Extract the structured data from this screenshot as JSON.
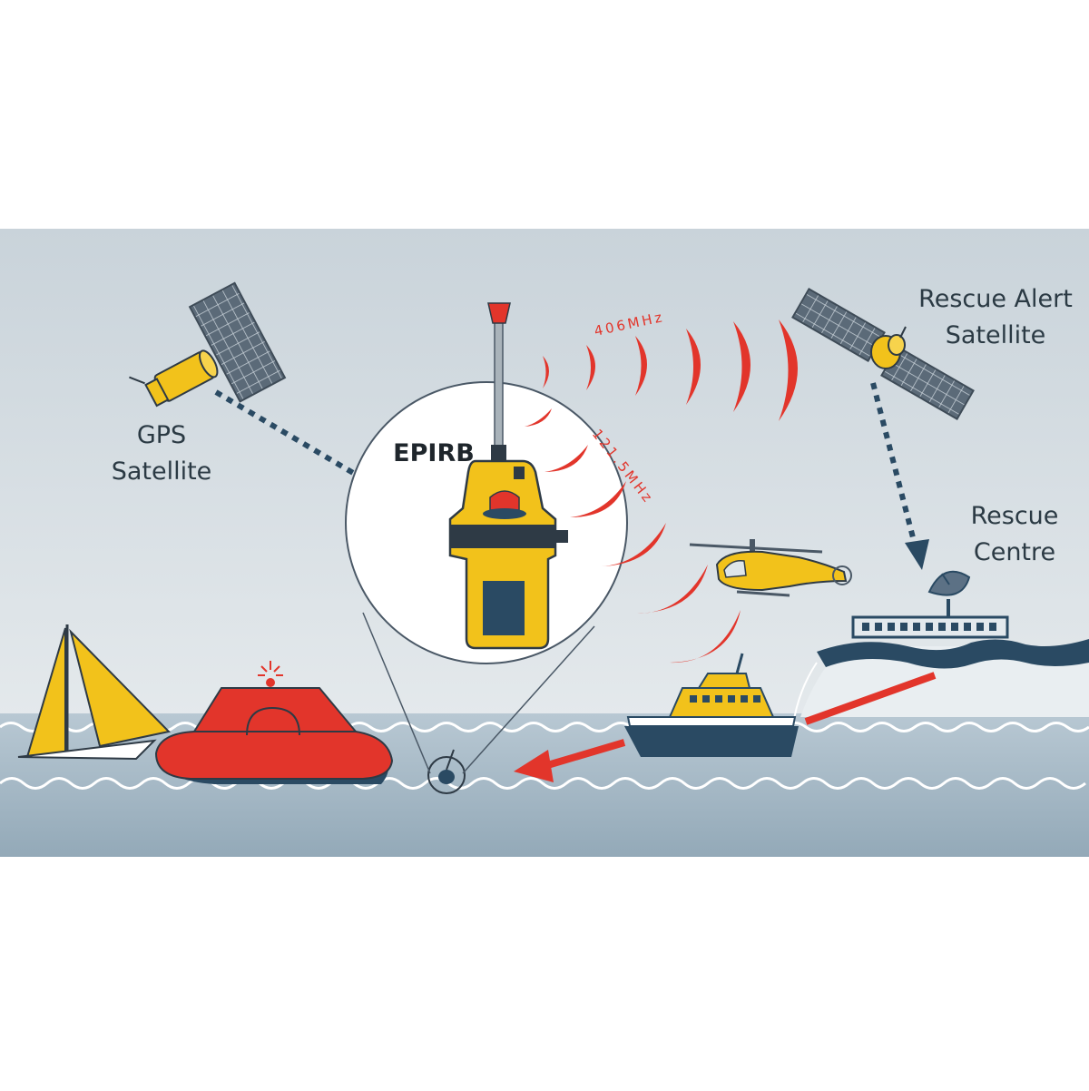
{
  "labels": {
    "gps_satellite": [
      "GPS",
      "Satellite"
    ],
    "rescue_alert_satellite": [
      "Rescue Alert",
      "Satellite"
    ],
    "epirb": "EPIRB",
    "rescue_centre": [
      "Rescue",
      "Centre"
    ],
    "freq_406": "406MHz",
    "freq_121": "121.5MHz"
  },
  "colors": {
    "sky": "#cdd6dc",
    "sea": "#a9bcc9",
    "sea_deep": "#8ea5b5",
    "signal_red": "#e2352b",
    "yellow": "#f2c21b",
    "navy": "#2a4a63",
    "panel": "#4a5866"
  }
}
